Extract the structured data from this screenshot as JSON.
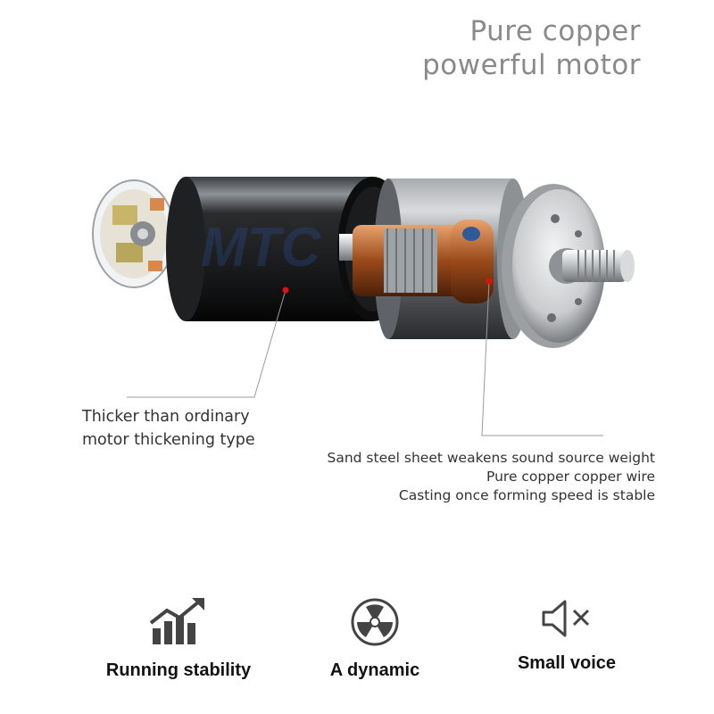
{
  "title": {
    "line1": "Pure copper",
    "line2": "powerful motor"
  },
  "watermark": "MTC",
  "callouts": {
    "left": [
      "Thicker than ordinary",
      "motor thickening type"
    ],
    "right": [
      "Sand steel sheet weakens sound source weight",
      "Pure copper copper wire",
      "Casting once forming speed is stable"
    ]
  },
  "features": [
    {
      "label": "Running stability",
      "icon": "rising-bar-chart-icon"
    },
    {
      "label": "A dynamic",
      "icon": "radiation-icon"
    },
    {
      "label": "Small voice",
      "icon": "speaker-mute-icon"
    }
  ],
  "colors": {
    "title": "#8a8a8a",
    "text": "#333333",
    "marker": "#e01010",
    "copper": "#b5652e"
  }
}
